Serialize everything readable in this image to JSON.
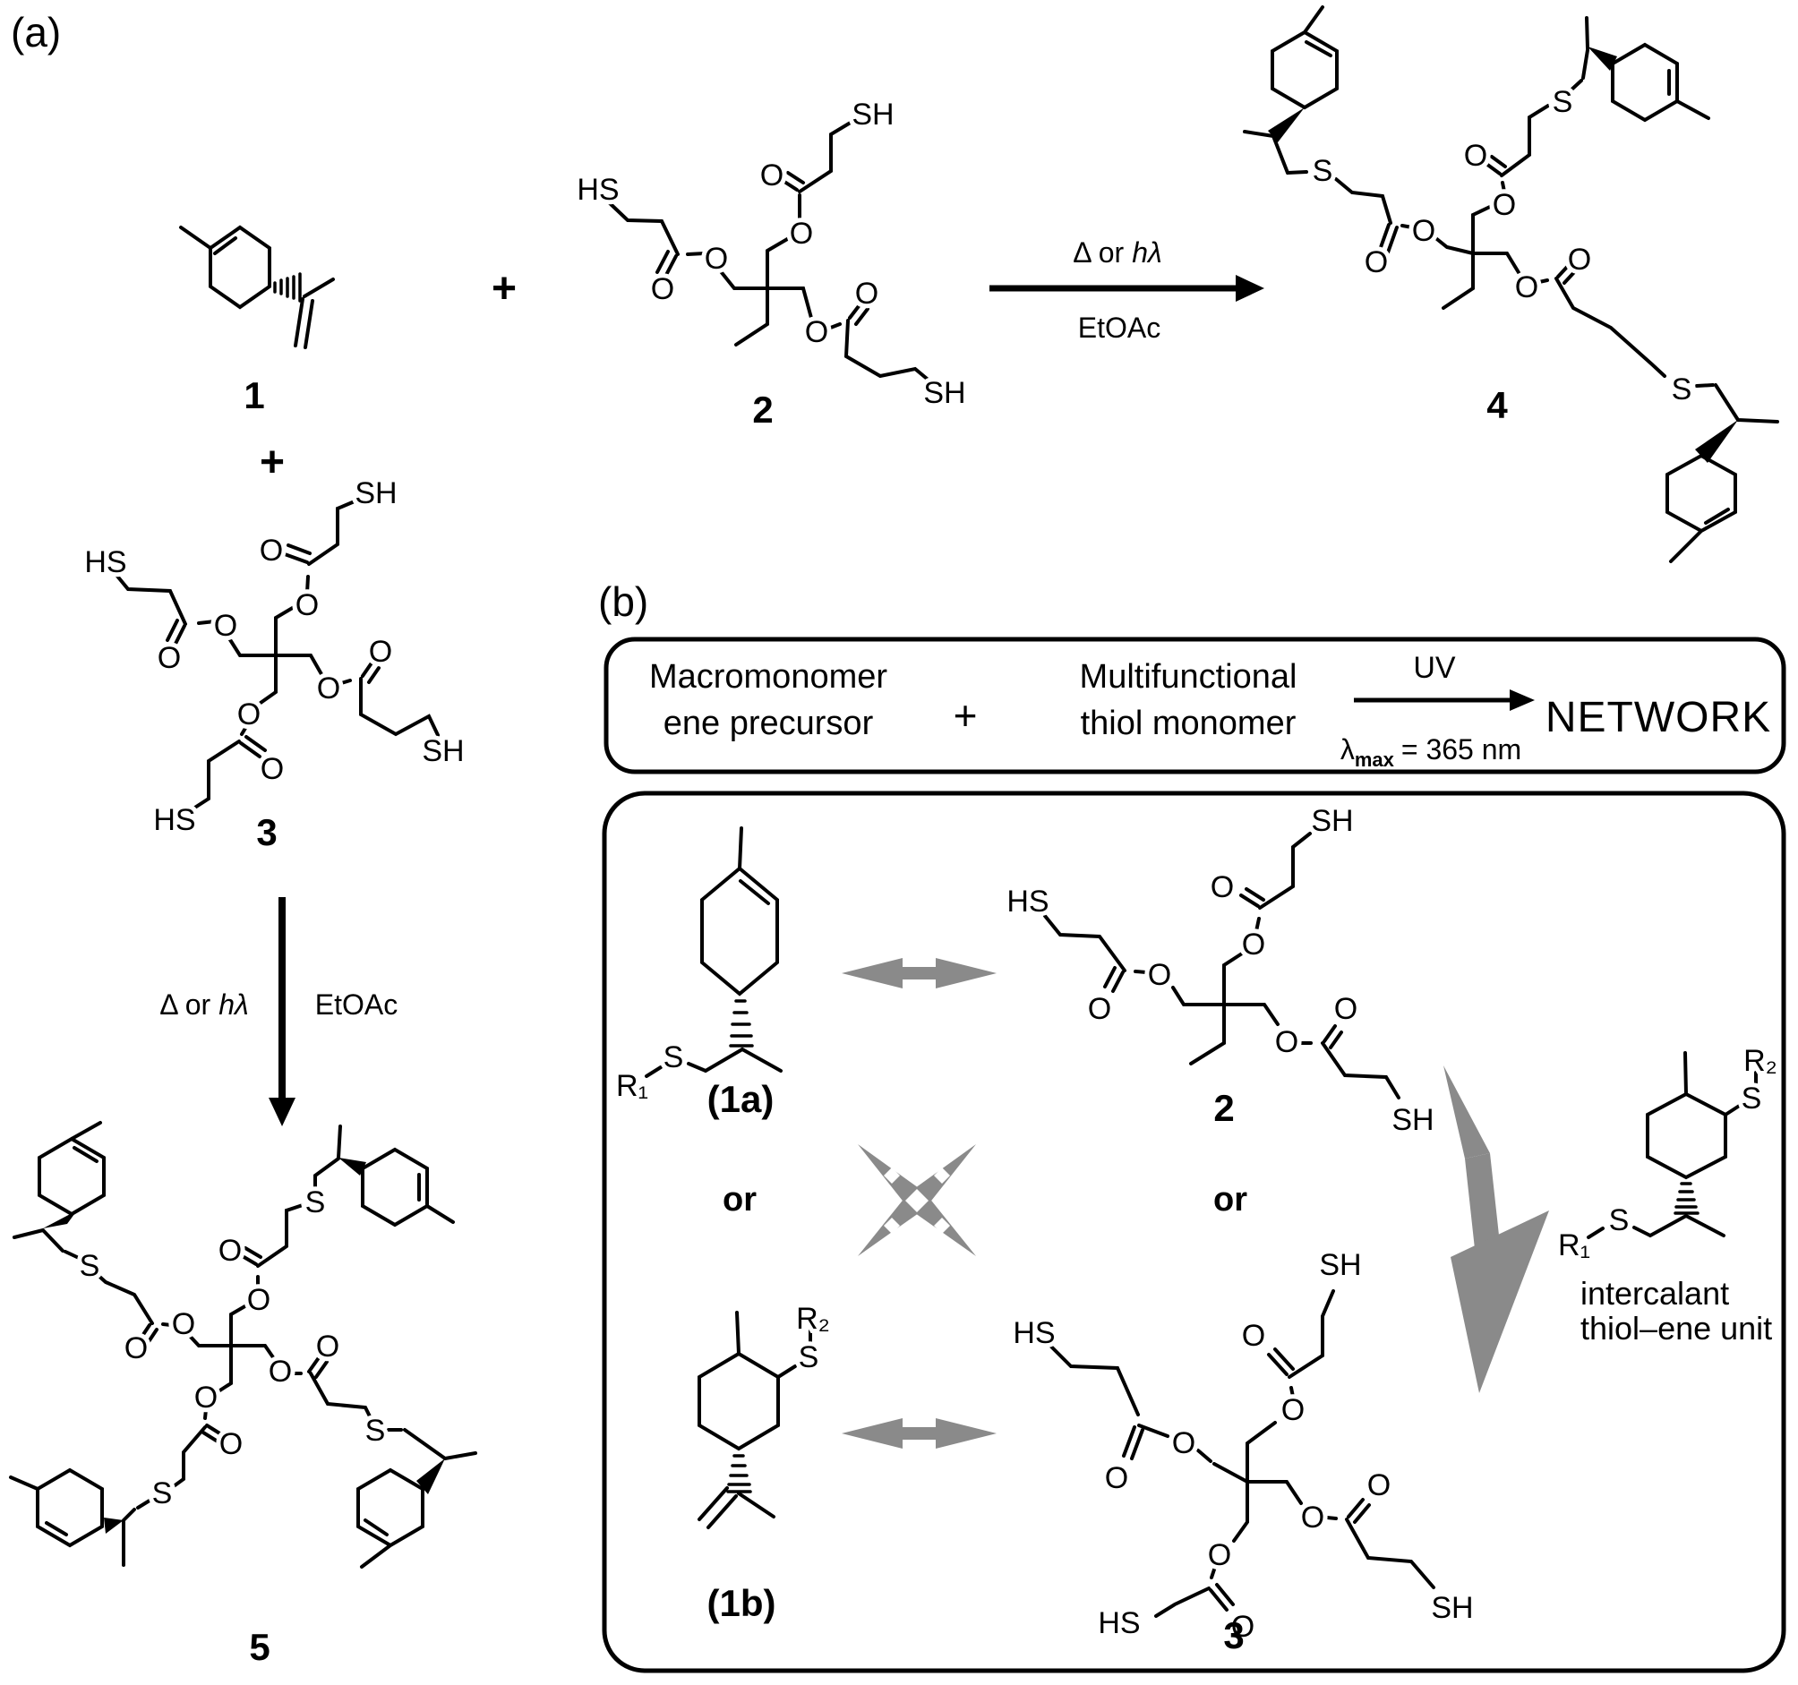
{
  "atoms": {
    "O": "O",
    "S": "S",
    "SH": "SH",
    "HS": "HS",
    "R1": "R₁",
    "R2": "R₂"
  },
  "panel_a": {
    "label": "(a)",
    "plus": "+",
    "compound_1": "1",
    "compound_2": "2",
    "compound_3": "3",
    "compound_4": "4",
    "compound_5": "5",
    "conditions": {
      "delta_or": "Δ or",
      "hv": "hλ",
      "solvent": "EtOAc"
    }
  },
  "panel_b": {
    "label": "(b)",
    "header": {
      "macromonomer_line1": "Macromonomer",
      "macromonomer_line2": "ene precursor",
      "plus": "+",
      "thiol_line1": "Multifunctional",
      "thiol_line2": "thiol monomer",
      "uv": "UV",
      "lambda": "λ",
      "lambda_sub": "max",
      "lambda_value": "= 365 nm",
      "network": "NETWORK"
    },
    "or_label": "or",
    "compound_1a": "(1a)",
    "compound_1b": "(1b)",
    "compound_2": "2",
    "compound_3": "3",
    "product_caption_line1": "intercalant",
    "product_caption_line2": "thiol–ene unit"
  },
  "colors": {
    "bond": "#000000",
    "gray": "#8a8a8a",
    "background": "#ffffff"
  }
}
